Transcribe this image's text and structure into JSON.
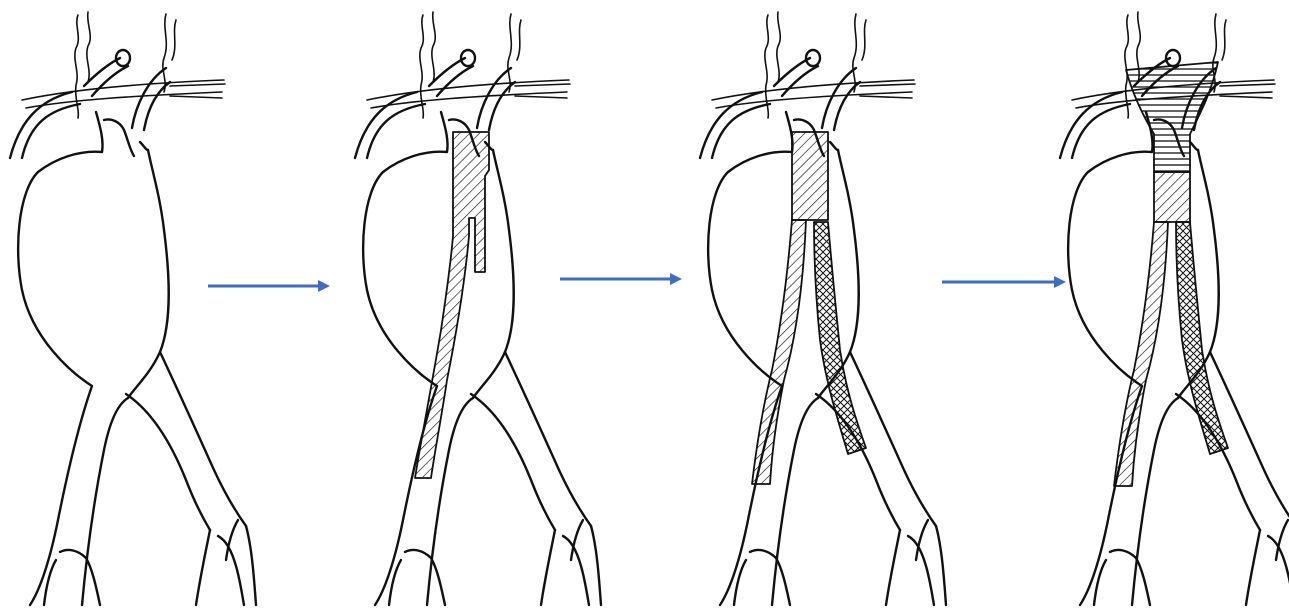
{
  "figure": {
    "panels": [
      {
        "id": "panel-1",
        "stage": "native-aneurysm"
      },
      {
        "id": "panel-2",
        "stage": "main-body-stent-graft"
      },
      {
        "id": "panel-3",
        "stage": "bilateral-limb-extension"
      },
      {
        "id": "panel-4",
        "stage": "proximal-neck-cuff"
      }
    ],
    "arrows": {
      "count": 3,
      "color": "#3f6cc4",
      "icon": "right-arrow-icon"
    },
    "line_color": "#111111",
    "hatch_color": "#111111",
    "background": "#ffffff"
  }
}
